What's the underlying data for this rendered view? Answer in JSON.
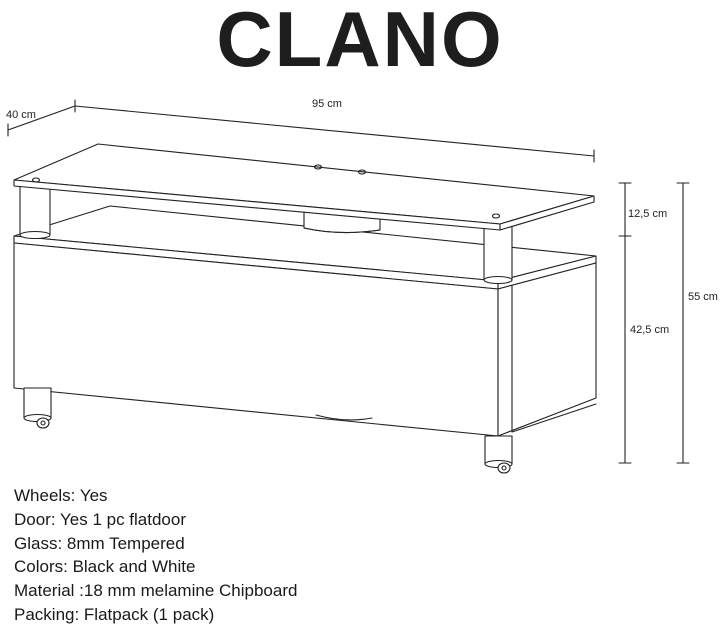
{
  "title": "CLANO",
  "dimensions": {
    "depth": "40 cm",
    "width": "95 cm",
    "glass_gap": "12,5 cm",
    "cabinet_height": "42,5 cm",
    "total_height": "55 cm"
  },
  "specs": [
    "Wheels: Yes",
    "Door: Yes 1 pc flatdoor",
    "Glass: 8mm Tempered",
    "Colors: Black and White",
    "Material :18 mm melamine Chipboard",
    "Packing: Flatpack (1 pack)"
  ]
}
